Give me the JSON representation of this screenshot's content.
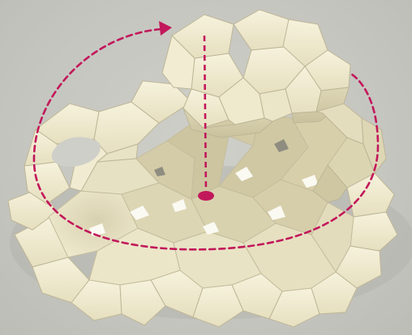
{
  "figure": {
    "kind": "3D render of a tessellated pentagonal tile structure",
    "colors": {
      "background": "#c6c6c0",
      "tile_light": "#f3efd7",
      "tile_mid": "#e8e2c4",
      "tile_shade": "#cfc8a6",
      "gap": "#ffffff",
      "edge": "#b9b294",
      "rotation_path": "#c2185b",
      "axis_line": "#c2185b",
      "pivot_dot": "#c2185b"
    },
    "annotations": {
      "rotation_arrow": "circular-arrow-icon",
      "vertical_axis": "dashed-axis-line",
      "pivot": "pivot-dot"
    }
  }
}
